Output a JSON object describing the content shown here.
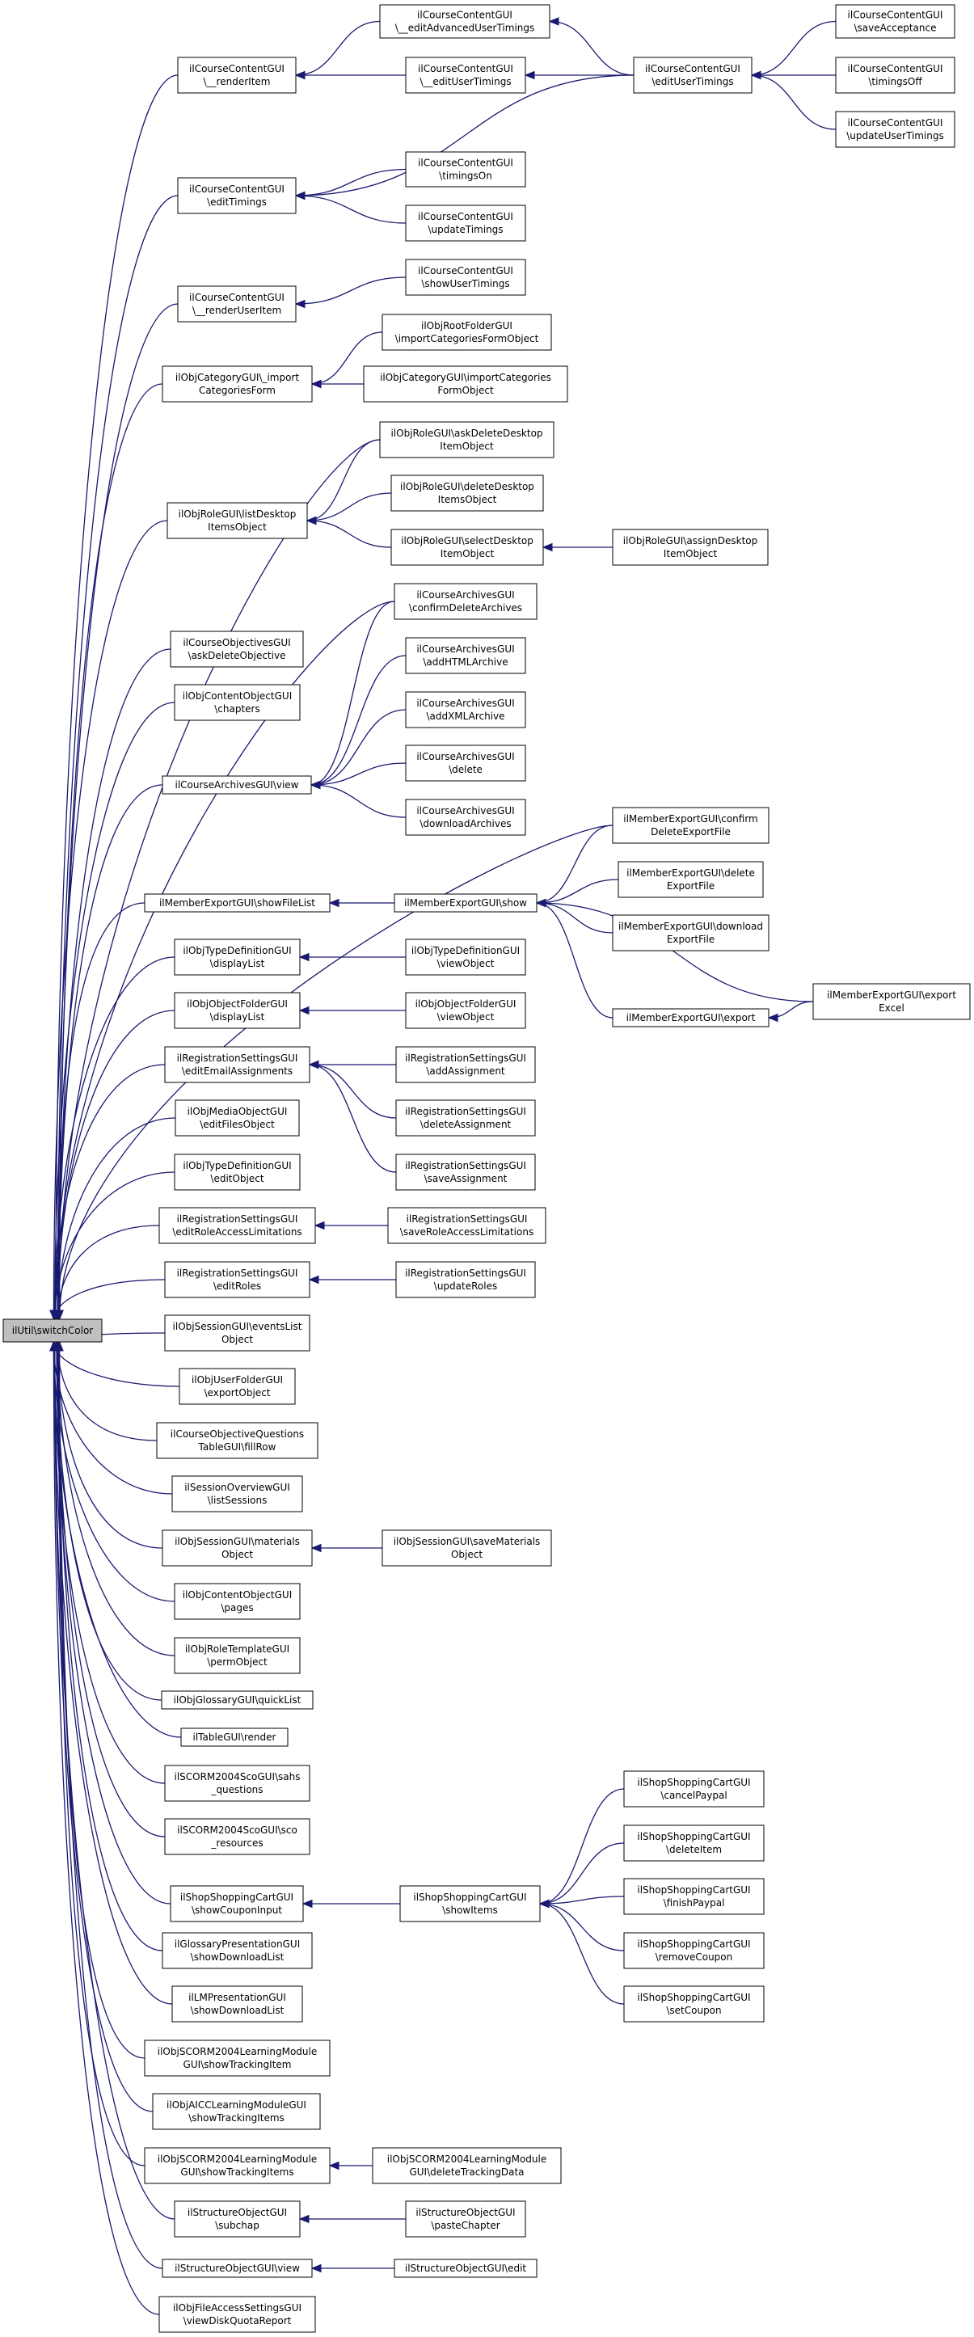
{
  "graph": {
    "title": "",
    "root": "ilUtil\\switchColor",
    "nodes": [
      {
        "id": "root",
        "lines": [
          "ilUtil\\switchColor"
        ]
      },
      {
        "id": "cc_renderItem",
        "lines": [
          "ilCourseContentGUI",
          "\\__renderItem"
        ]
      },
      {
        "id": "cc_editAdvUserTimings",
        "lines": [
          "ilCourseContentGUI",
          "\\__editAdvancedUserTimings"
        ]
      },
      {
        "id": "cc__editUserTimings",
        "lines": [
          "ilCourseContentGUI",
          "\\__editUserTimings"
        ]
      },
      {
        "id": "cc_editUserTimings",
        "lines": [
          "ilCourseContentGUI",
          "\\editUserTimings"
        ]
      },
      {
        "id": "cc_saveAcceptance",
        "lines": [
          "ilCourseContentGUI",
          "\\saveAcceptance"
        ]
      },
      {
        "id": "cc_timingsOff",
        "lines": [
          "ilCourseContentGUI",
          "\\timingsOff"
        ]
      },
      {
        "id": "cc_updateUserTimings",
        "lines": [
          "ilCourseContentGUI",
          "\\updateUserTimings"
        ]
      },
      {
        "id": "cc_editTimings",
        "lines": [
          "ilCourseContentGUI",
          "\\editTimings"
        ]
      },
      {
        "id": "cc_timingsOn",
        "lines": [
          "ilCourseContentGUI",
          "\\timingsOn"
        ]
      },
      {
        "id": "cc_updateTimings",
        "lines": [
          "ilCourseContentGUI",
          "\\updateTimings"
        ]
      },
      {
        "id": "cc_renderUserItem",
        "lines": [
          "ilCourseContentGUI",
          "\\__renderUserItem"
        ]
      },
      {
        "id": "cc_showUserTimings",
        "lines": [
          "ilCourseContentGUI",
          "\\showUserTimings"
        ]
      },
      {
        "id": "cat_importForm",
        "lines": [
          "ilObjCategoryGUI\\_import",
          "CategoriesForm"
        ]
      },
      {
        "id": "root_importCatFormObj",
        "lines": [
          "ilObjRootFolderGUI",
          "\\importCategoriesFormObject"
        ]
      },
      {
        "id": "cat_importCatFormObj",
        "lines": [
          "ilObjCategoryGUI\\importCategories",
          "FormObject"
        ]
      },
      {
        "id": "role_askDeleteDesktop",
        "lines": [
          "ilObjRoleGUI\\askDeleteDesktop",
          "ItemObject"
        ]
      },
      {
        "id": "role_listDesktop",
        "lines": [
          "ilObjRoleGUI\\listDesktop",
          "ItemsObject"
        ]
      },
      {
        "id": "role_deleteDesktop",
        "lines": [
          "ilObjRoleGUI\\deleteDesktop",
          "ItemsObject"
        ]
      },
      {
        "id": "role_selectDesktop",
        "lines": [
          "ilObjRoleGUI\\selectDesktop",
          "ItemObject"
        ]
      },
      {
        "id": "role_assignDesktop",
        "lines": [
          "ilObjRoleGUI\\assignDesktop",
          "ItemObject"
        ]
      },
      {
        "id": "ca_confirmDelete",
        "lines": [
          "ilCourseArchivesGUI",
          "\\confirmDeleteArchives"
        ]
      },
      {
        "id": "co_askDeleteObjective",
        "lines": [
          "ilCourseObjectivesGUI",
          "\\askDeleteObjective"
        ]
      },
      {
        "id": "ca_addHTML",
        "lines": [
          "ilCourseArchivesGUI",
          "\\addHTMLArchive"
        ]
      },
      {
        "id": "coc_chapters",
        "lines": [
          "ilObjContentObjectGUI",
          "\\chapters"
        ]
      },
      {
        "id": "ca_addXML",
        "lines": [
          "ilCourseArchivesGUI",
          "\\addXMLArchive"
        ]
      },
      {
        "id": "ca_delete",
        "lines": [
          "ilCourseArchivesGUI",
          "\\delete"
        ]
      },
      {
        "id": "ca_view",
        "lines": [
          "ilCourseArchivesGUI\\view"
        ]
      },
      {
        "id": "ca_download",
        "lines": [
          "ilCourseArchivesGUI",
          "\\downloadArchives"
        ]
      },
      {
        "id": "me_confirmDelete",
        "lines": [
          "ilMemberExportGUI\\confirm",
          "DeleteExportFile"
        ]
      },
      {
        "id": "me_showFileList",
        "lines": [
          "ilMemberExportGUI\\showFileList"
        ]
      },
      {
        "id": "me_show",
        "lines": [
          "ilMemberExportGUI\\show"
        ]
      },
      {
        "id": "me_deleteExport",
        "lines": [
          "ilMemberExportGUI\\delete",
          "ExportFile"
        ]
      },
      {
        "id": "td_displayList",
        "lines": [
          "ilObjTypeDefinitionGUI",
          "\\displayList"
        ]
      },
      {
        "id": "td_viewObject",
        "lines": [
          "ilObjTypeDefinitionGUI",
          "\\viewObject"
        ]
      },
      {
        "id": "me_downloadExport",
        "lines": [
          "ilMemberExportGUI\\download",
          "ExportFile"
        ]
      },
      {
        "id": "me_exportExcel",
        "lines": [
          "ilMemberExportGUI\\export",
          "Excel"
        ]
      },
      {
        "id": "of_displayList",
        "lines": [
          "ilObjObjectFolderGUI",
          "\\displayList"
        ]
      },
      {
        "id": "of_viewObject",
        "lines": [
          "ilObjObjectFolderGUI",
          "\\viewObject"
        ]
      },
      {
        "id": "me_export",
        "lines": [
          "ilMemberExportGUI\\export"
        ]
      },
      {
        "id": "rs_editEmail",
        "lines": [
          "ilRegistrationSettingsGUI",
          "\\editEmailAssignments"
        ]
      },
      {
        "id": "rs_addAssignment",
        "lines": [
          "ilRegistrationSettingsGUI",
          "\\addAssignment"
        ]
      },
      {
        "id": "mo_editFiles",
        "lines": [
          "ilObjMediaObjectGUI",
          "\\editFilesObject"
        ]
      },
      {
        "id": "rs_deleteAssignment",
        "lines": [
          "ilRegistrationSettingsGUI",
          "\\deleteAssignment"
        ]
      },
      {
        "id": "td_editObject",
        "lines": [
          "ilObjTypeDefinitionGUI",
          "\\editObject"
        ]
      },
      {
        "id": "rs_saveAssignment",
        "lines": [
          "ilRegistrationSettingsGUI",
          "\\saveAssignment"
        ]
      },
      {
        "id": "rs_editRoleAccess",
        "lines": [
          "ilRegistrationSettingsGUI",
          "\\editRoleAccessLimitations"
        ]
      },
      {
        "id": "rs_saveRoleAccess",
        "lines": [
          "ilRegistrationSettingsGUI",
          "\\saveRoleAccessLimitations"
        ]
      },
      {
        "id": "rs_editRoles",
        "lines": [
          "ilRegistrationSettingsGUI",
          "\\editRoles"
        ]
      },
      {
        "id": "rs_updateRoles",
        "lines": [
          "ilRegistrationSettingsGUI",
          "\\updateRoles"
        ]
      },
      {
        "id": "ses_eventsList",
        "lines": [
          "ilObjSessionGUI\\eventsList",
          "Object"
        ]
      },
      {
        "id": "uf_exportObject",
        "lines": [
          "ilObjUserFolderGUI",
          "\\exportObject"
        ]
      },
      {
        "id": "coq_fillRow",
        "lines": [
          "ilCourseObjectiveQuestions",
          "TableGUI\\fillRow"
        ]
      },
      {
        "id": "so_listSessions",
        "lines": [
          "ilSessionOverviewGUI",
          "\\listSessions"
        ]
      },
      {
        "id": "ses_materials",
        "lines": [
          "ilObjSessionGUI\\materials",
          "Object"
        ]
      },
      {
        "id": "ses_saveMaterials",
        "lines": [
          "ilObjSessionGUI\\saveMaterials",
          "Object"
        ]
      },
      {
        "id": "coc_pages",
        "lines": [
          "ilObjContentObjectGUI",
          "\\pages"
        ]
      },
      {
        "id": "rt_permObject",
        "lines": [
          "ilObjRoleTemplateGUI",
          "\\permObject"
        ]
      },
      {
        "id": "gl_quickList",
        "lines": [
          "ilObjGlossaryGUI\\quickList"
        ]
      },
      {
        "id": "tbl_render",
        "lines": [
          "ilTableGUI\\render"
        ]
      },
      {
        "id": "sco_sahs",
        "lines": [
          "ilSCORM2004ScoGUI\\sahs",
          "_questions"
        ]
      },
      {
        "id": "sco_resources",
        "lines": [
          "ilSCORM2004ScoGUI\\sco",
          "_resources"
        ]
      },
      {
        "id": "sc_cancelPaypal",
        "lines": [
          "ilShopShoppingCartGUI",
          "\\cancelPaypal"
        ]
      },
      {
        "id": "sc_deleteItem",
        "lines": [
          "ilShopShoppingCartGUI",
          "\\deleteItem"
        ]
      },
      {
        "id": "sc_showCoupon",
        "lines": [
          "ilShopShoppingCartGUI",
          "\\showCouponInput"
        ]
      },
      {
        "id": "sc_showItems",
        "lines": [
          "ilShopShoppingCartGUI",
          "\\showItems"
        ]
      },
      {
        "id": "sc_finishPaypal",
        "lines": [
          "ilShopShoppingCartGUI",
          "\\finishPaypal"
        ]
      },
      {
        "id": "gp_showDownload",
        "lines": [
          "ilGlossaryPresentationGUI",
          "\\showDownloadList"
        ]
      },
      {
        "id": "sc_removeCoupon",
        "lines": [
          "ilShopShoppingCartGUI",
          "\\removeCoupon"
        ]
      },
      {
        "id": "lmp_showDownload",
        "lines": [
          "ilLMPresentationGUI",
          "\\showDownloadList"
        ]
      },
      {
        "id": "sc_setCoupon",
        "lines": [
          "ilShopShoppingCartGUI",
          "\\setCoupon"
        ]
      },
      {
        "id": "scorm_showTrackingItem",
        "lines": [
          "ilObjSCORM2004LearningModule",
          "GUI\\showTrackingItem"
        ]
      },
      {
        "id": "aicc_showTrackingItems",
        "lines": [
          "ilObjAICCLearningModuleGUI",
          "\\showTrackingItems"
        ]
      },
      {
        "id": "scorm_showTrackingItems",
        "lines": [
          "ilObjSCORM2004LearningModule",
          "GUI\\showTrackingItems"
        ]
      },
      {
        "id": "scorm_deleteTracking",
        "lines": [
          "ilObjSCORM2004LearningModule",
          "GUI\\deleteTrackingData"
        ]
      },
      {
        "id": "st_subchap",
        "lines": [
          "ilStructureObjectGUI",
          "\\subchap"
        ]
      },
      {
        "id": "st_pasteChapter",
        "lines": [
          "ilStructureObjectGUI",
          "\\pasteChapter"
        ]
      },
      {
        "id": "st_view",
        "lines": [
          "ilStructureObjectGUI\\view"
        ]
      },
      {
        "id": "st_edit",
        "lines": [
          "ilStructureObjectGUI\\edit"
        ]
      },
      {
        "id": "fa_viewDiskQuota",
        "lines": [
          "ilObjFileAccessSettingsGUI",
          "\\viewDiskQuotaReport"
        ]
      }
    ]
  }
}
